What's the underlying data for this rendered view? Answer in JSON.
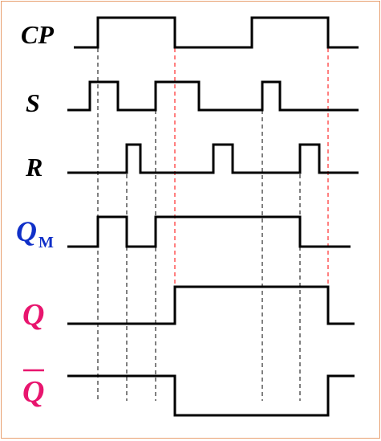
{
  "signals": [
    {
      "id": "cp",
      "label": "CP",
      "sub": "",
      "overline": false,
      "color": "#000000"
    },
    {
      "id": "s",
      "label": "S",
      "sub": "",
      "overline": false,
      "color": "#000000"
    },
    {
      "id": "r",
      "label": "R",
      "sub": "",
      "overline": false,
      "color": "#000000"
    },
    {
      "id": "qm",
      "label": "Q",
      "sub": "M",
      "overline": false,
      "color": "#1030c8"
    },
    {
      "id": "q",
      "label": "Q",
      "sub": "",
      "overline": false,
      "color": "#e8156e"
    },
    {
      "id": "qbar",
      "label": "Q",
      "sub": "",
      "overline": true,
      "color": "#e8156e"
    }
  ],
  "colors": {
    "wave": "#000000",
    "guide_black": "#000000",
    "guide_red": "#ff0000",
    "frame": "#e8a070"
  }
}
